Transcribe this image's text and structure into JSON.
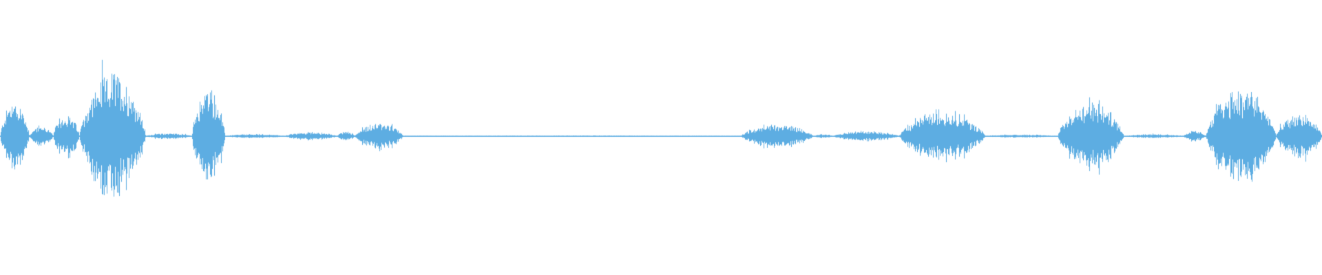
{
  "waveform": {
    "color": "#5dade2",
    "background": "#ffffff",
    "duration_fraction_segments": [
      {
        "start": 0.0,
        "end": 0.022,
        "amplitude": 0.35,
        "label": ""
      },
      {
        "start": 0.022,
        "end": 0.04,
        "amplitude": 0.1,
        "label": ""
      },
      {
        "start": 0.04,
        "end": 0.06,
        "amplitude": 0.22,
        "label": ""
      },
      {
        "start": 0.06,
        "end": 0.11,
        "amplitude": 0.62,
        "label": ""
      },
      {
        "start": 0.11,
        "end": 0.145,
        "amplitude": 0.03,
        "label": ""
      },
      {
        "start": 0.145,
        "end": 0.17,
        "amplitude": 0.47,
        "label": ""
      },
      {
        "start": 0.17,
        "end": 0.215,
        "amplitude": 0.02,
        "label": ""
      },
      {
        "start": 0.215,
        "end": 0.255,
        "amplitude": 0.04,
        "label": ""
      },
      {
        "start": 0.255,
        "end": 0.268,
        "amplitude": 0.05,
        "label": ""
      },
      {
        "start": 0.268,
        "end": 0.305,
        "amplitude": 0.13,
        "label": ""
      },
      {
        "start": 0.305,
        "end": 0.56,
        "amplitude": 0.006,
        "label": ""
      },
      {
        "start": 0.56,
        "end": 0.615,
        "amplitude": 0.12,
        "label": ""
      },
      {
        "start": 0.615,
        "end": 0.63,
        "amplitude": 0.02,
        "label": ""
      },
      {
        "start": 0.63,
        "end": 0.68,
        "amplitude": 0.05,
        "label": ""
      },
      {
        "start": 0.68,
        "end": 0.745,
        "amplitude": 0.25,
        "label": ""
      },
      {
        "start": 0.745,
        "end": 0.8,
        "amplitude": 0.015,
        "label": ""
      },
      {
        "start": 0.8,
        "end": 0.85,
        "amplitude": 0.33,
        "label": ""
      },
      {
        "start": 0.85,
        "end": 0.895,
        "amplitude": 0.02,
        "label": ""
      },
      {
        "start": 0.895,
        "end": 0.912,
        "amplitude": 0.05,
        "label": ""
      },
      {
        "start": 0.912,
        "end": 0.965,
        "amplitude": 0.48,
        "label": ""
      },
      {
        "start": 0.965,
        "end": 1.0,
        "amplitude": 0.22,
        "label": ""
      }
    ]
  }
}
